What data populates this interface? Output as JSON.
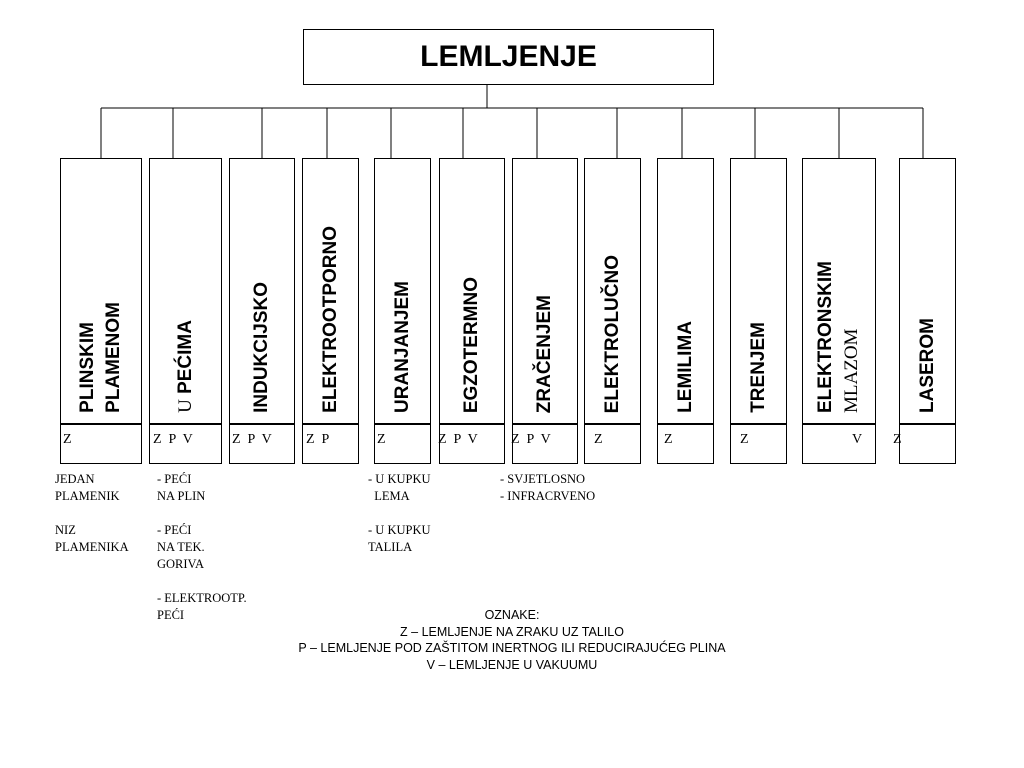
{
  "title": "LEMLJENJE",
  "methods": [
    {
      "lines": [
        "PLINSKIM",
        "PLAMENOM"
      ],
      "codes": "Z"
    },
    {
      "lines": [
        "U PEĆIMA"
      ],
      "codes": "Z  P  V"
    },
    {
      "lines": [
        "INDUKCIJSKO"
      ],
      "codes": "Z  P  V"
    },
    {
      "lines": [
        "ELEKTROOTPORNO"
      ],
      "codes": "Z  P"
    },
    {
      "lines": [
        "URANJANJEM"
      ],
      "codes": "Z"
    },
    {
      "lines": [
        "EGZOTERMNO"
      ],
      "codes": "Z  P  V"
    },
    {
      "lines": [
        "ZRAČENJEM"
      ],
      "codes": "Z  P  V"
    },
    {
      "lines": [
        "ELEKTROLUČNO"
      ],
      "codes": "Z"
    },
    {
      "lines": [
        "LEMILIMA"
      ],
      "codes": "Z"
    },
    {
      "lines": [
        "TRENJEM"
      ],
      "codes": "Z"
    },
    {
      "lines": [
        "ELEKTRONSKIM",
        "MLAZOM"
      ],
      "codes": "V"
    },
    {
      "lines": [
        "LASEROM"
      ],
      "codes": "Z"
    }
  ],
  "notes": {
    "plinskim": "JEDAN\nPLAMENIK\n\nNIZ\nPLAMENIKA",
    "pecima": "- PEĆI\nNA PLIN\n\n- PEĆI\nNA TEK.\nGORIVA\n\n- ELEKTROOTP.\nPEĆI",
    "uranjanjem": "- U KUPKU\n  LEMA\n\n- U KUPKU\nTALILA",
    "zracenjem": "- SVJETLOSNO\n- INFRACRVENO"
  },
  "legend": {
    "heading": "OZNAKE:",
    "items": [
      "Z – LEMLJENJE NA ZRAKU UZ TALILO",
      "P – LEMLJENJE POD ZAŠTITOM INERTNOG ILI REDUCIRAJUĆEG PLINA",
      "V – LEMLJENJE U VAKUUMU"
    ]
  }
}
